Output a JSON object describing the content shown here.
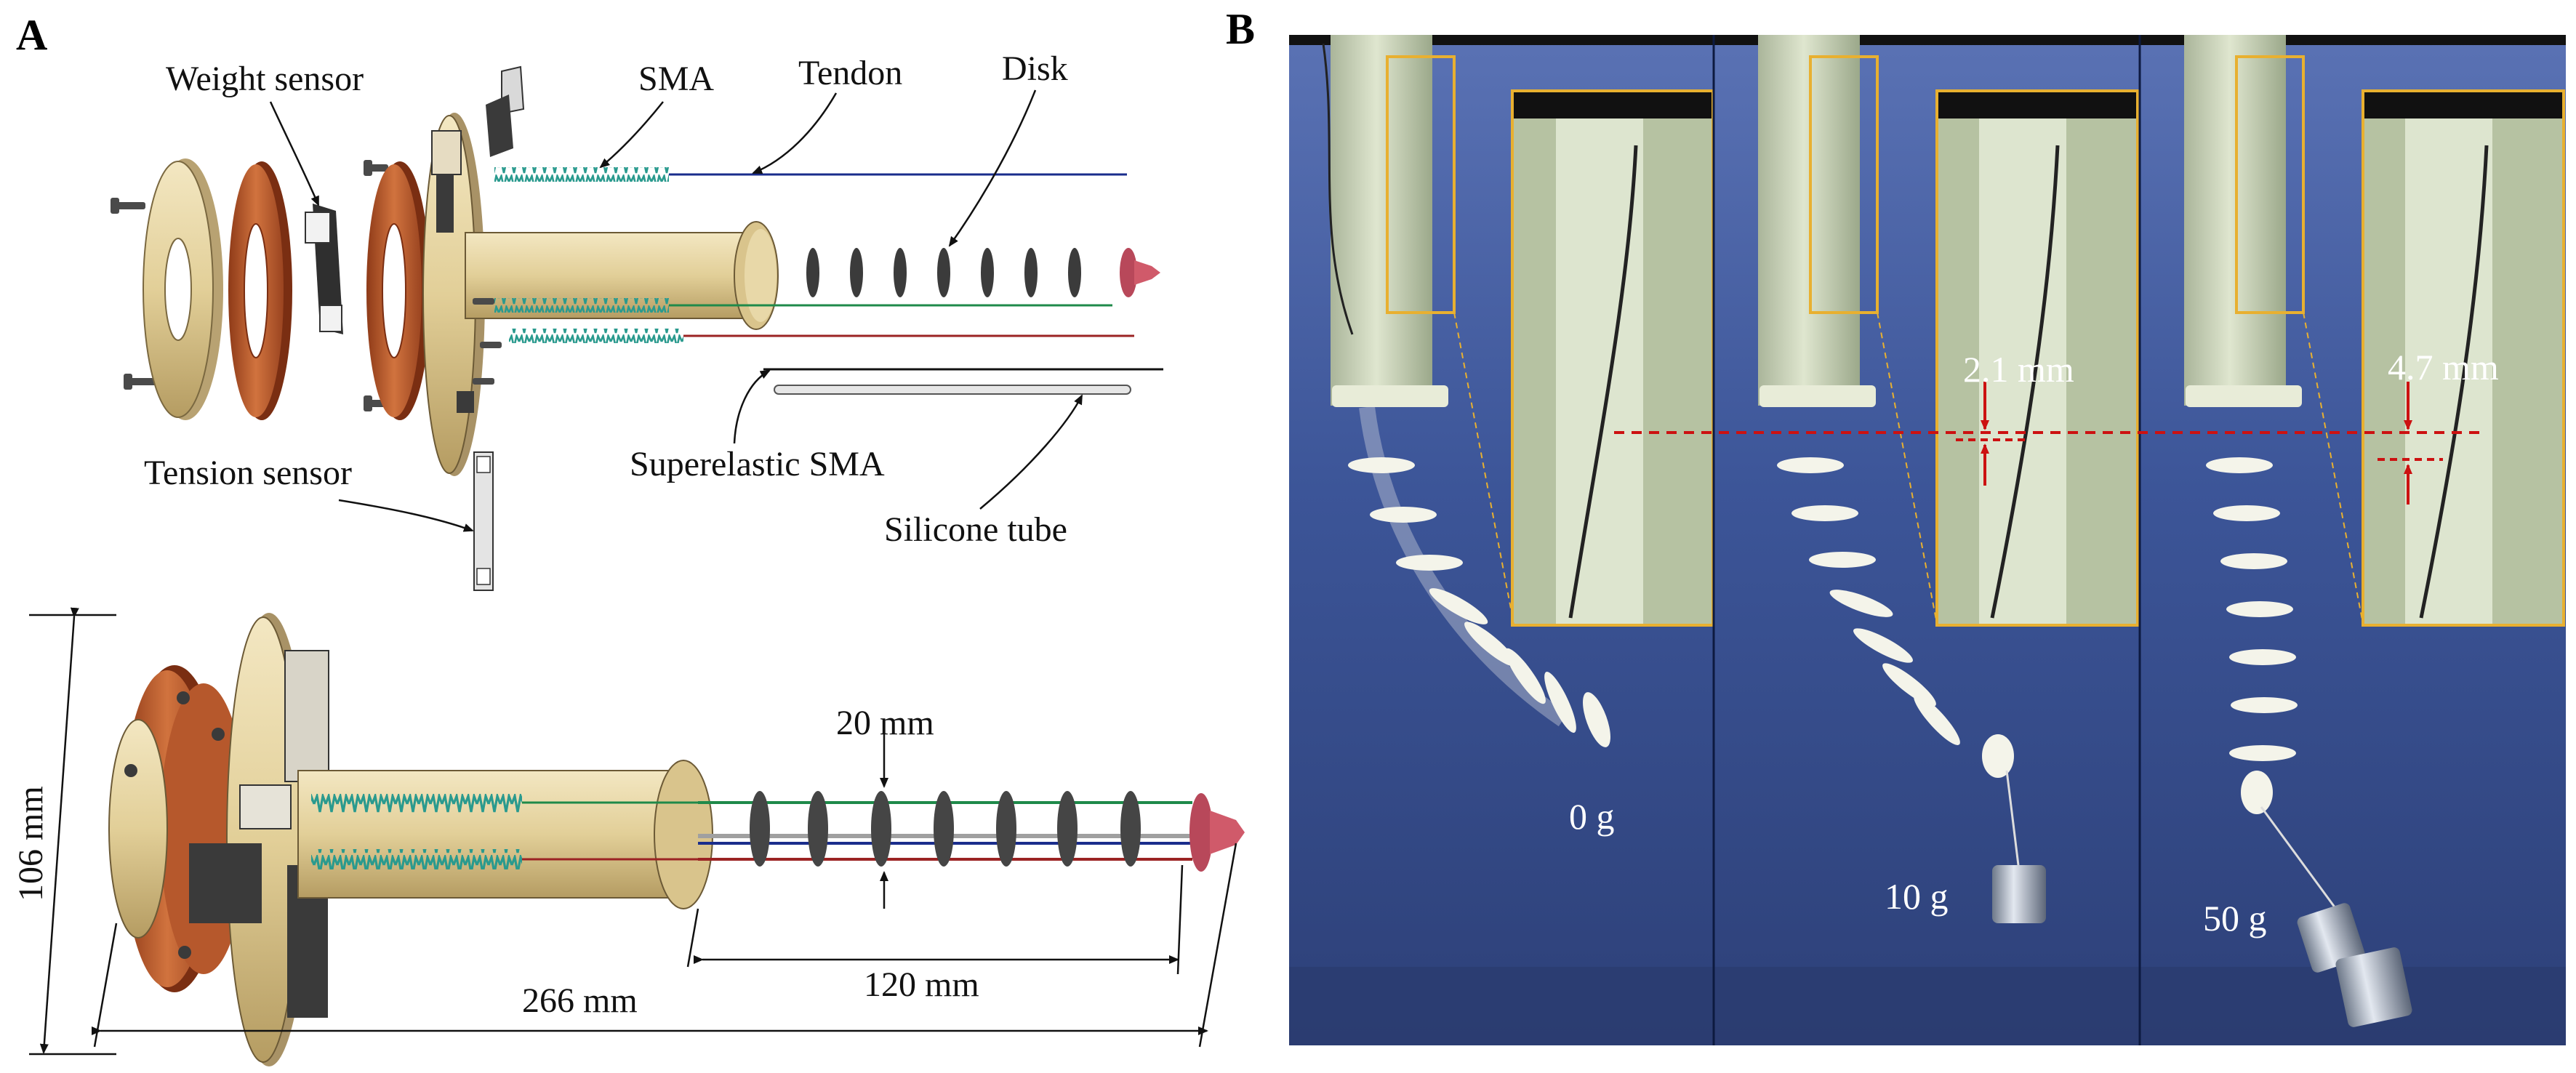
{
  "panels": {
    "a": {
      "letter": "A",
      "labels": {
        "weight_sensor": "Weight sensor",
        "sma": "SMA",
        "tendon": "Tendon",
        "disk": "Disk",
        "tension_sensor": "Tension sensor",
        "superelastic_sma": "Superelastic SMA",
        "silicone_tube": "Silicone tube"
      },
      "dimensions": {
        "height": "106 mm",
        "disk_thickness": "20 mm",
        "disk_span": "120 mm",
        "total_length": "266 mm"
      }
    },
    "b": {
      "letter": "B",
      "frames": [
        {
          "load": "0 g"
        },
        {
          "load": "10 g",
          "displacement": "2.1 mm"
        },
        {
          "load": "50 g",
          "displacement": "4.7 mm"
        }
      ]
    }
  },
  "colors": {
    "copper": "#c8643a",
    "cream": "#e7d7a8",
    "sma_spring": "#2a9a8e",
    "tendon_blue": "#1a2d8c",
    "tendon_green": "#1f8a4a",
    "tendon_red": "#9b2323",
    "tip_pink": "#d05a6a",
    "inset_border": "#e8b030",
    "dashed_red": "#cc1111",
    "photo_bg": "#3a4f8c"
  }
}
